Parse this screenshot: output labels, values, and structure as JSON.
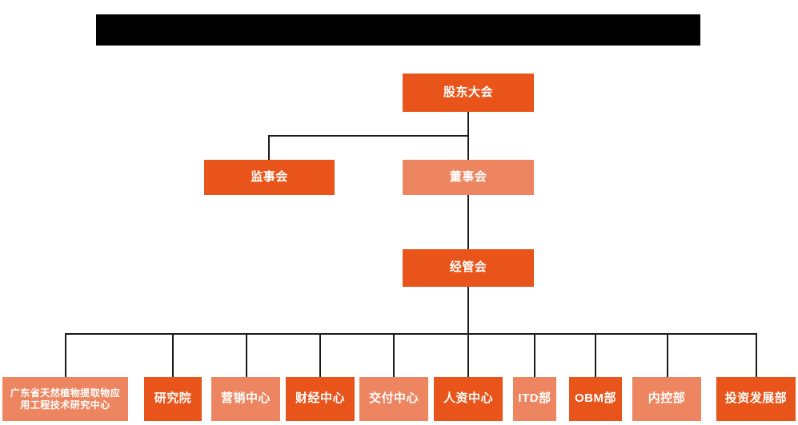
{
  "page": {
    "title_banner": {
      "name": "redacted-title-banner",
      "text": "",
      "color": "#000000"
    },
    "background": "#ffffff"
  },
  "colors": {
    "accent_dark": "#E8541A",
    "accent_light": "#ED8560",
    "connector": "#1a1a1a",
    "node_text": "#ffffff"
  },
  "chart_data": {
    "type": "diagram",
    "diagram_type": "organization-chart",
    "title": "",
    "levels": [
      {
        "level": 1,
        "nodes": [
          {
            "id": "shareholders",
            "label": "股东大会",
            "tone": "dark"
          }
        ]
      },
      {
        "level": 2,
        "nodes": [
          {
            "id": "supervisors",
            "label": "监事会",
            "tone": "dark"
          },
          {
            "id": "directors",
            "label": "董事会",
            "tone": "light"
          }
        ]
      },
      {
        "level": 3,
        "nodes": [
          {
            "id": "management",
            "label": "经管会",
            "tone": "dark"
          }
        ]
      },
      {
        "level": 4,
        "nodes": [
          {
            "id": "dept-1",
            "label": "广东省天然植物提取物应\n用工程技术研究中心",
            "line1": "广东省天然植物提取物应",
            "line2": "用工程技术研究中心",
            "tone": "light"
          },
          {
            "id": "dept-2",
            "label": "研究院",
            "tone": "dark"
          },
          {
            "id": "dept-3",
            "label": "营销中心",
            "tone": "light"
          },
          {
            "id": "dept-4",
            "label": "财经中心",
            "tone": "dark"
          },
          {
            "id": "dept-5",
            "label": "交付中心",
            "tone": "light"
          },
          {
            "id": "dept-6",
            "label": "人资中心",
            "tone": "dark"
          },
          {
            "id": "dept-7",
            "label": "ITD部",
            "tone": "light"
          },
          {
            "id": "dept-8",
            "label": "OBM部",
            "tone": "dark"
          },
          {
            "id": "dept-9",
            "label": "内控部",
            "tone": "light"
          },
          {
            "id": "dept-10",
            "label": "投资发展部",
            "tone": "dark"
          }
        ]
      }
    ],
    "edges": [
      {
        "from": "shareholders",
        "to": "supervisors"
      },
      {
        "from": "shareholders",
        "to": "directors"
      },
      {
        "from": "directors",
        "to": "management"
      },
      {
        "from": "management",
        "to": "dept-1"
      },
      {
        "from": "management",
        "to": "dept-2"
      },
      {
        "from": "management",
        "to": "dept-3"
      },
      {
        "from": "management",
        "to": "dept-4"
      },
      {
        "from": "management",
        "to": "dept-5"
      },
      {
        "from": "management",
        "to": "dept-6"
      },
      {
        "from": "management",
        "to": "dept-7"
      },
      {
        "from": "management",
        "to": "dept-8"
      },
      {
        "from": "management",
        "to": "dept-9"
      },
      {
        "from": "management",
        "to": "dept-10"
      }
    ]
  }
}
